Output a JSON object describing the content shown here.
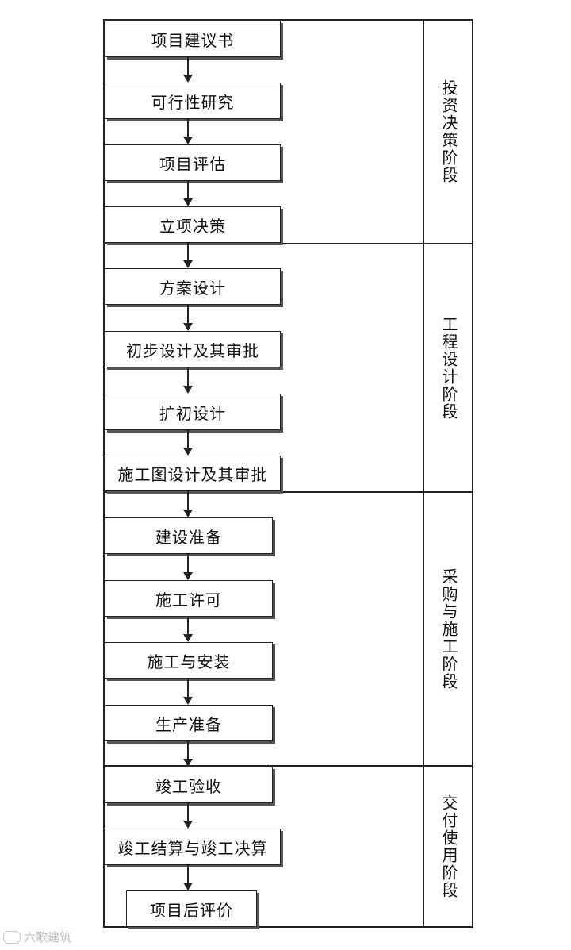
{
  "steps": [
    "项目建议书",
    "可行性研究",
    "项目评估",
    "立项决策",
    "方案设计",
    "初步设计及其审批",
    "扩初设计",
    "施工图设计及其审批",
    "建设准备",
    "施工许可",
    "施工与安装",
    "生产准备",
    "竣工验收",
    "竣工结算与竣工决算",
    "项目后评价"
  ],
  "phases": [
    "投资决策阶段",
    "工程设计阶段",
    "采购与施工阶段",
    "交付使用阶段"
  ],
  "watermark": "六歌建筑"
}
